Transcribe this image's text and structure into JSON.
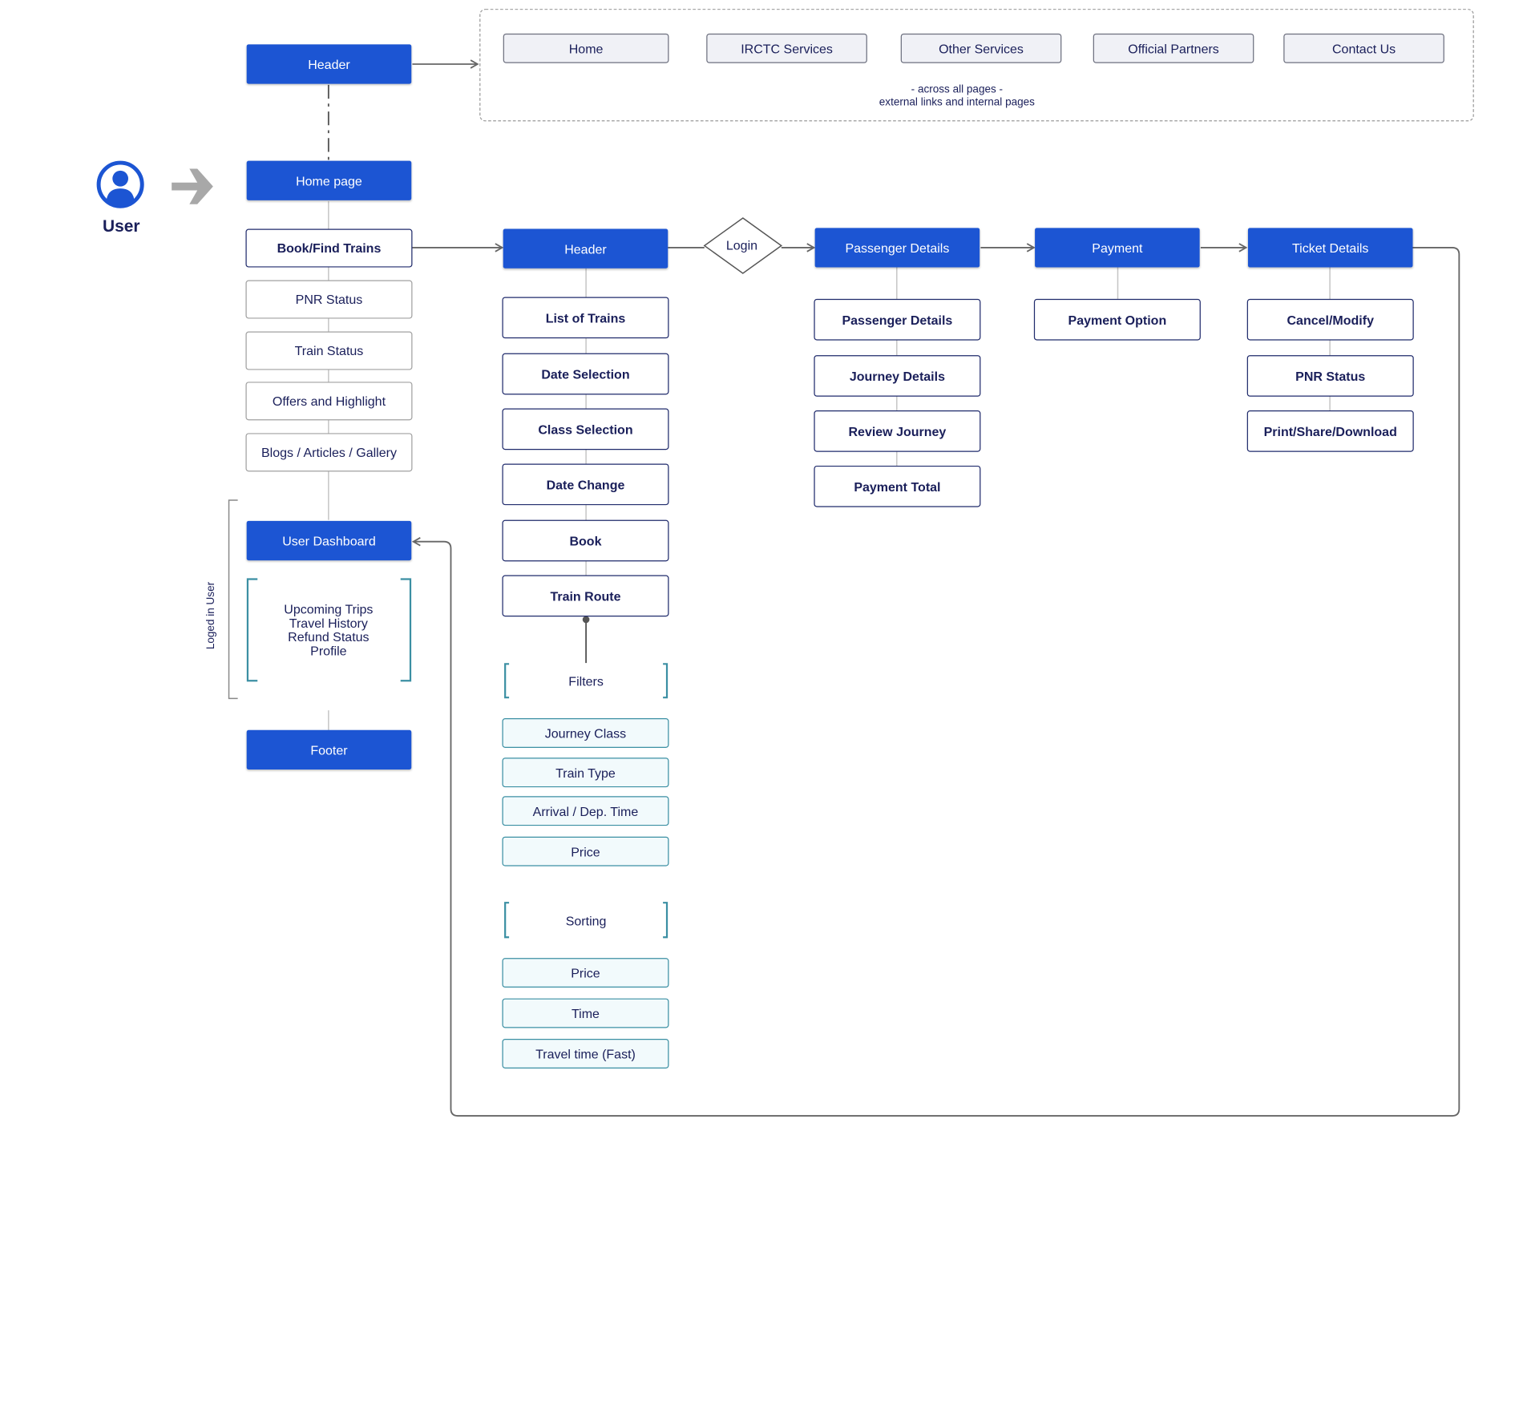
{
  "user": {
    "label": "User",
    "icon": "user-avatar-icon",
    "arrow_icon": "right-arrow-icon"
  },
  "top_nav": {
    "header": "Header",
    "items": [
      "Home",
      "IRCTC Services",
      "Other Services",
      "Official Partners",
      "Contact Us"
    ],
    "note_line1": "- across all pages -",
    "note_line2": "external links and internal pages"
  },
  "home": {
    "title": "Home page",
    "book": "Book/Find Trains",
    "items": [
      "PNR Status",
      "Train Status",
      "Offers and Highlight",
      "Blogs / Articles / Gallery"
    ],
    "dashboard": "User Dashboard",
    "dashboard_items": [
      "Upcoming Trips",
      "Travel History",
      "Refund Status",
      "Profile"
    ],
    "logged_label": "Loged in User",
    "footer": "Footer"
  },
  "search": {
    "header": "Header",
    "items": [
      "List of Trains",
      "Date Selection",
      "Class Selection",
      "Date Change",
      "Book",
      "Train Route"
    ],
    "filters_label": "Filters",
    "filters": [
      "Journey Class",
      "Train Type",
      "Arrival / Dep. Time",
      "Price"
    ],
    "sorting_label": "Sorting",
    "sorting": [
      "Price",
      "Time",
      "Travel time (Fast)"
    ]
  },
  "login": "Login",
  "passenger": {
    "header": "Passenger Details",
    "items": [
      "Passenger Details",
      "Journey Details",
      "Review Journey",
      "Payment Total"
    ]
  },
  "payment": {
    "header": "Payment",
    "items": [
      "Payment Option"
    ]
  },
  "ticket": {
    "header": "Ticket Details",
    "items": [
      "Cancel/Modify",
      "PNR Status",
      "Print/Share/Download"
    ]
  },
  "colors": {
    "primary": "#1c55d3",
    "navy": "#1f2a6b",
    "teal": "#3b8fa3",
    "grey": "#a0a0a0"
  }
}
